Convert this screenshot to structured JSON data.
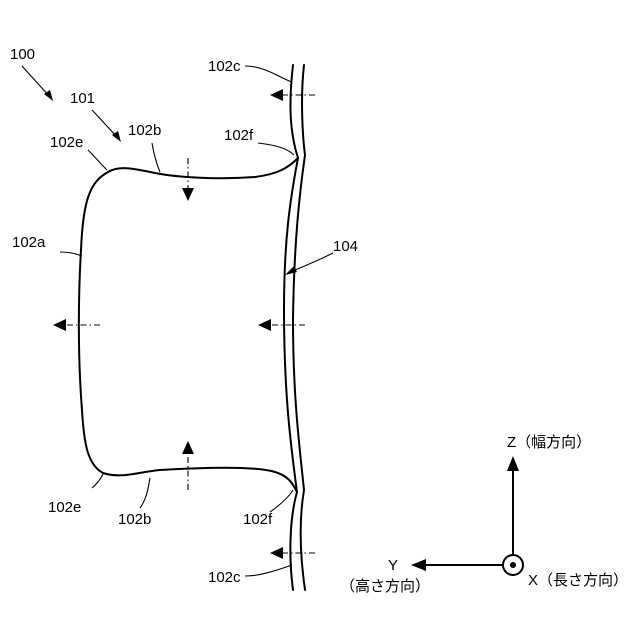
{
  "labels": {
    "assembly": "100",
    "body": "101",
    "side": "102a",
    "top_bottom": "102b",
    "edge": "102c",
    "corner_e": "102e",
    "corner_f": "102f",
    "wall": "104"
  },
  "axes": {
    "z_label": "Z（幅方向）",
    "y_label": "Y",
    "y_sub": "（高さ方向）",
    "x_label": "X（長さ方向）"
  },
  "colors": {
    "line": "#000000",
    "background": "#ffffff"
  }
}
